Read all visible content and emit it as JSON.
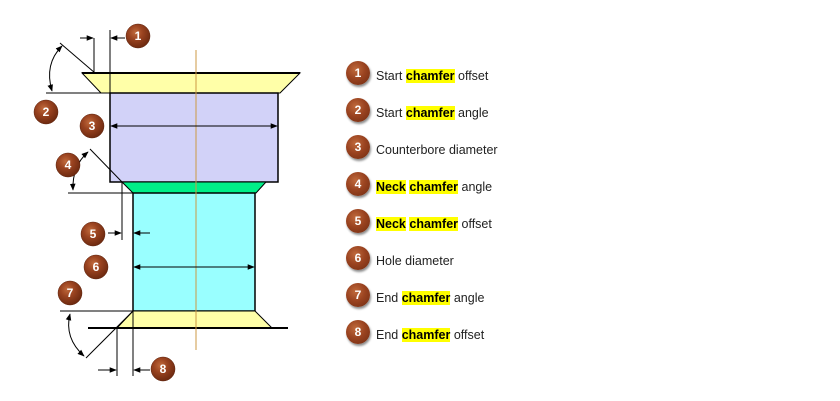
{
  "callouts": [
    {
      "number": "1",
      "parts": [
        {
          "text": "Start ",
          "hl": false
        },
        {
          "text": "chamfer",
          "hl": true
        },
        {
          "text": " offset",
          "hl": false
        }
      ]
    },
    {
      "number": "2",
      "parts": [
        {
          "text": "Start ",
          "hl": false
        },
        {
          "text": "chamfer",
          "hl": true
        },
        {
          "text": " angle",
          "hl": false
        }
      ]
    },
    {
      "number": "3",
      "parts": [
        {
          "text": "Counterbore diameter",
          "hl": false
        }
      ]
    },
    {
      "number": "4",
      "parts": [
        {
          "text": "Neck",
          "hl": true
        },
        {
          "text": " ",
          "hl": false
        },
        {
          "text": "chamfer",
          "hl": true
        },
        {
          "text": " angle",
          "hl": false
        }
      ]
    },
    {
      "number": "5",
      "parts": [
        {
          "text": "Neck",
          "hl": true
        },
        {
          "text": " ",
          "hl": false
        },
        {
          "text": "chamfer",
          "hl": true
        },
        {
          "text": " offset",
          "hl": false
        }
      ]
    },
    {
      "number": "6",
      "parts": [
        {
          "text": "Hole diameter",
          "hl": false
        }
      ]
    },
    {
      "number": "7",
      "parts": [
        {
          "text": "End ",
          "hl": false
        },
        {
          "text": "chamfer",
          "hl": true
        },
        {
          "text": " angle",
          "hl": false
        }
      ]
    },
    {
      "number": "8",
      "parts": [
        {
          "text": "End ",
          "hl": false
        },
        {
          "text": "chamfer",
          "hl": true
        },
        {
          "text": " offset",
          "hl": false
        }
      ]
    }
  ],
  "colors": {
    "start_chamfer": "#ffffa8",
    "counterbore": "#d2d2f8",
    "neck_chamfer": "#00ee88",
    "hole": "#99ffff",
    "end_chamfer": "#ffffa8",
    "centerline": "#cc9944",
    "badge": "#8b3a1a",
    "highlight": "#ffff00"
  }
}
